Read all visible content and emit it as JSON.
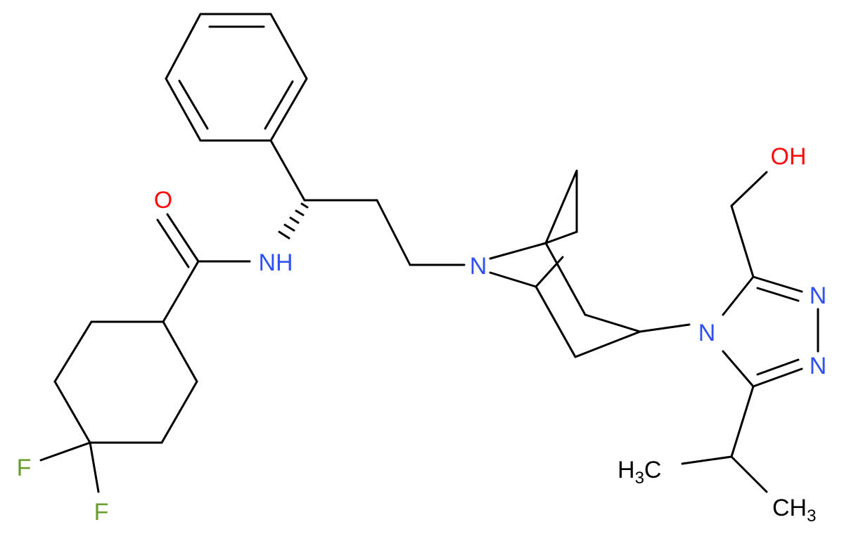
{
  "molecule": {
    "atoms": {
      "oxygen_carbonyl": "O",
      "amide_nh": "NH",
      "amine_n": "N",
      "hydroxyl": "OH",
      "triazole_n_upper": "N",
      "triazole_n_lower": "N",
      "triazole_n4": "N",
      "fluorine_1": "F",
      "fluorine_2": "F",
      "methyl_left_base": "H",
      "methyl_left_sub": "3",
      "methyl_left_tail": "C",
      "methyl_right_base": "CH",
      "methyl_right_sub": "3"
    },
    "colors": {
      "bond": "#000000",
      "oxygen": "#ff0d0d",
      "nitrogen": "#3050f8",
      "fluorine": "#6a9c2e",
      "carbon": "#000000"
    }
  }
}
